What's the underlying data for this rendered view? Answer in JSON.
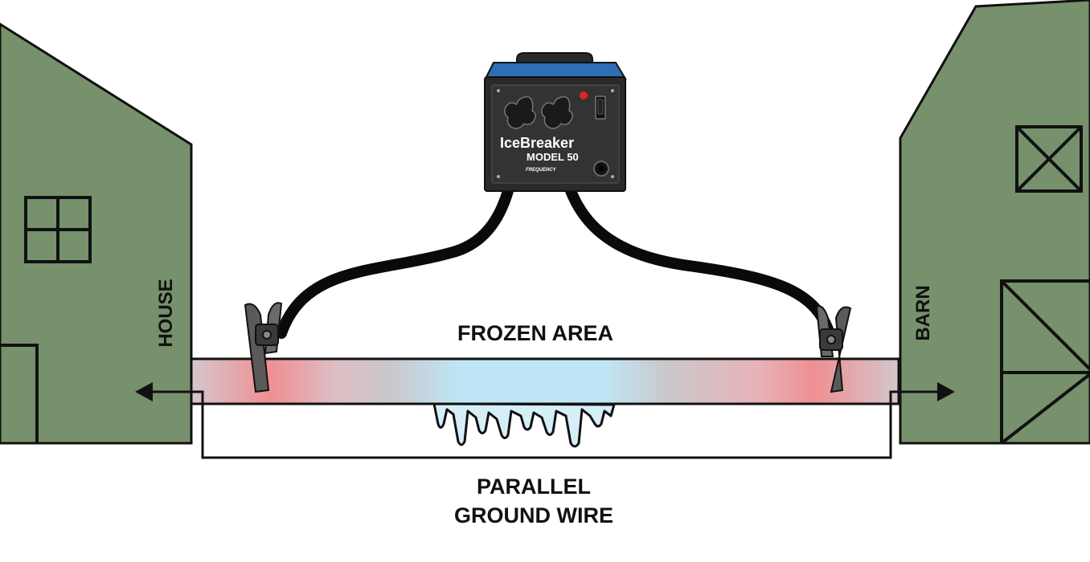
{
  "labels": {
    "house": "HOUSE",
    "barn": "BARN",
    "frozen_area": "FROZEN AREA",
    "ground_wire_line1": "PARALLEL",
    "ground_wire_line2": "GROUND WIRE"
  },
  "device": {
    "brand_text": "IceBreaker",
    "model_text": "MODEL 50",
    "logo_text": "FREQUENCY"
  },
  "colors": {
    "building": "#76916c",
    "outline": "#111111",
    "device_top": "#2c6fb5",
    "device_body": "#2a2a2a",
    "indicator_light": "#e0261c",
    "pipe_hot": "#ef8f92",
    "pipe_frozen": "#bfe6f7",
    "pipe_neutral": "#cfcfcf"
  }
}
